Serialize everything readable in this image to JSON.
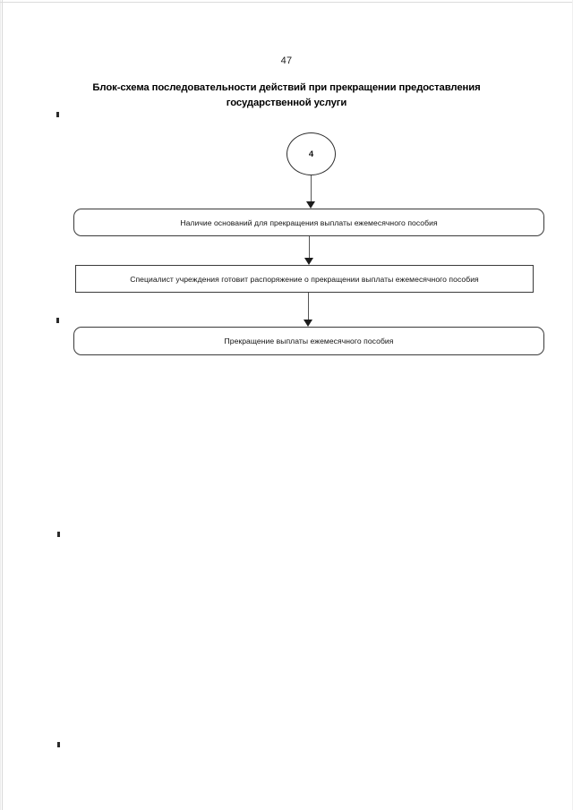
{
  "document": {
    "page_number": "47",
    "title_line_1": "Блок-схема последовательности действий при прекращении предоставления",
    "title_line_2": "государственной услуги"
  },
  "flowchart": {
    "start_node": {
      "shape": "circle",
      "label": "4"
    },
    "steps": [
      {
        "id": "box-1",
        "shape": "rounded-rectangle",
        "label": "Наличие оснований для прекращения выплаты ежемесячного пособия"
      },
      {
        "id": "box-2",
        "shape": "rectangle",
        "label": "Специалист учреждения готовит распоряжение о прекращении выплаты ежемесячного пособия"
      },
      {
        "id": "box-3",
        "shape": "rounded-rectangle",
        "label": "Прекращение выплаты ежемесячного пособия"
      }
    ],
    "connectors": [
      {
        "id": "conn-1",
        "from": "start-node",
        "to": "box-1",
        "arrow": "down-arrow-icon"
      },
      {
        "id": "conn-2",
        "from": "box-1",
        "to": "box-2",
        "arrow": "down-arrow-icon"
      },
      {
        "id": "conn-3",
        "from": "box-2",
        "to": "box-3",
        "arrow": "down-arrow-icon"
      }
    ]
  },
  "colors": {
    "ink": "#111111",
    "stroke": "#3a3a3a",
    "page_background": "#ffffff"
  }
}
